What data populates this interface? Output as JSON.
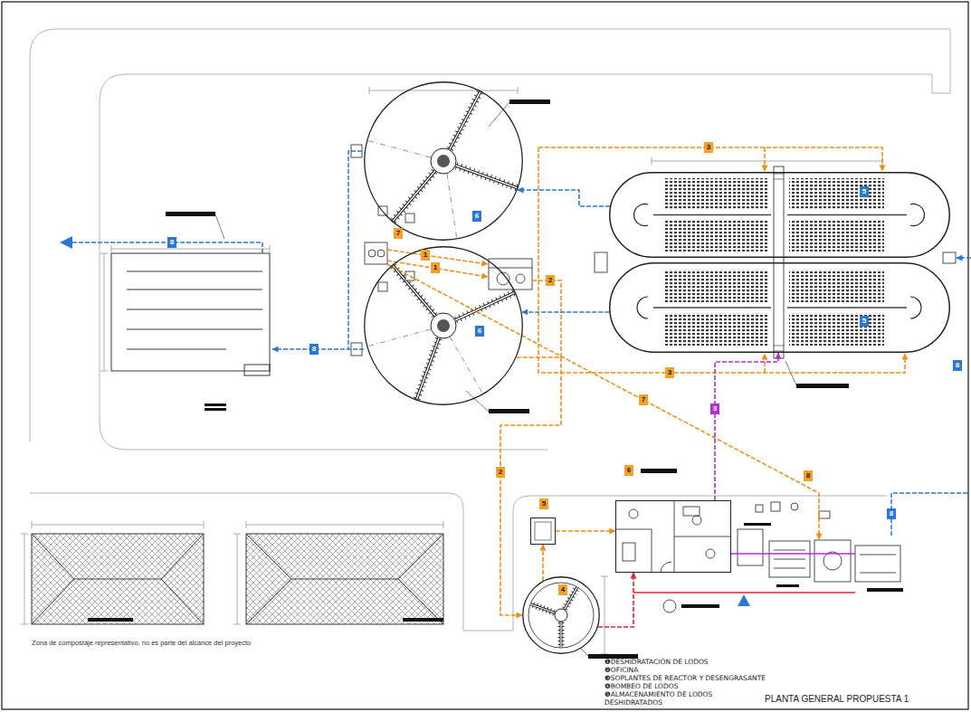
{
  "diagram": {
    "title": "PLANTA GENERAL PROPUESTA 1",
    "nodes": [
      {
        "text": [
          "6"
        ]
      },
      {
        "text": [
          "5"
        ]
      },
      {
        "text": [
          "6"
        ]
      },
      {
        "text": [
          "5"
        ]
      },
      {
        "text": [
          "6"
        ]
      },
      {
        "text": [
          "5"
        ]
      },
      {
        "text": [
          "4"
        ]
      }
    ],
    "edges": [
      {
        "from": 1,
        "to": 0,
        "arrow": "to"
      },
      {
        "from": 3,
        "to": 2,
        "arrow": "to"
      },
      {
        "from": 2,
        "to": 6,
        "arrow": "to",
        "label": "2"
      },
      {
        "from": 6,
        "to": 5,
        "arrow": "to"
      },
      {
        "from": 5,
        "to": 4,
        "arrow": "to"
      },
      {
        "from": 4,
        "to": 3,
        "arrow": "to",
        "label": "3"
      },
      {
        "from": 6,
        "to": 4,
        "arrow": "to"
      }
    ],
    "labels": [
      "8",
      "8",
      "8",
      "8",
      "7",
      "1",
      "1",
      "2",
      "3",
      "3",
      "7",
      "8",
      "Zona de compostaje representativo, no es parte del alcance del proyecto"
    ],
    "legend": [
      {
        "text": "❶DESHIDRATACIÓN DE LODOS"
      },
      {
        "text": "❷OFICINA"
      },
      {
        "text": "❸SOPLANTES DE REACTOR Y DESENGRASANTE"
      },
      {
        "text": "❹BOMBEO DE LODOS"
      },
      {
        "text": "❺ALMACENAMIENTO DE LODOS DESHIDRATADOS"
      }
    ]
  }
}
